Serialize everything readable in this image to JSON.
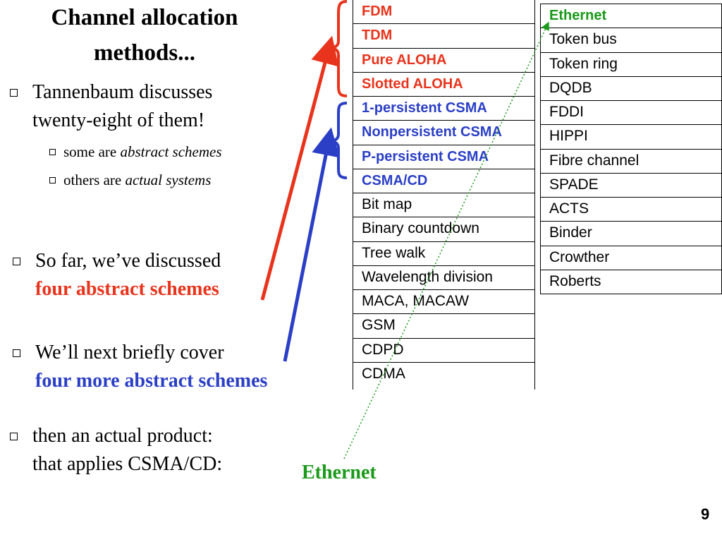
{
  "title": "Channel allocation methods...",
  "bullets": {
    "b1": {
      "line1": "Tannenbaum discusses",
      "line2": "twenty-eight of them!"
    },
    "sub1": {
      "prefix": "some are ",
      "em": "abstract schemes"
    },
    "sub2": {
      "prefix": "others are ",
      "em": "actual systems"
    },
    "b2": {
      "line1": "So far, we’ve discussed",
      "line2": "four abstract schemes"
    },
    "b3": {
      "line1": "We’ll next briefly cover",
      "line2": "four more abstract schemes"
    },
    "b4": {
      "line1": "then an actual product:",
      "line2": "that applies CSMA/CD:"
    }
  },
  "ethernet_label": "Ethernet",
  "table_left": [
    "FDM",
    "TDM",
    "Pure ALOHA",
    "Slotted ALOHA",
    "1-persistent CSMA",
    "Nonpersistent CSMA",
    "P-persistent CSMA",
    "CSMA/CD",
    "Bit map",
    "Binary countdown",
    "Tree walk",
    "Wavelength division",
    "MACA, MACAW",
    "GSM",
    "CDPD",
    "CDMA"
  ],
  "table_right": [
    "Ethernet",
    "Token bus",
    "Token ring",
    "DQDB",
    "FDDI",
    "HIPPI",
    "Fibre channel",
    "SPADE",
    "ACTS",
    "Binder",
    "Crowther",
    "Roberts"
  ],
  "page_number": "9",
  "colors": {
    "red": "#e8341c",
    "blue": "#2b3fc6",
    "green": "#1a9a1a"
  }
}
